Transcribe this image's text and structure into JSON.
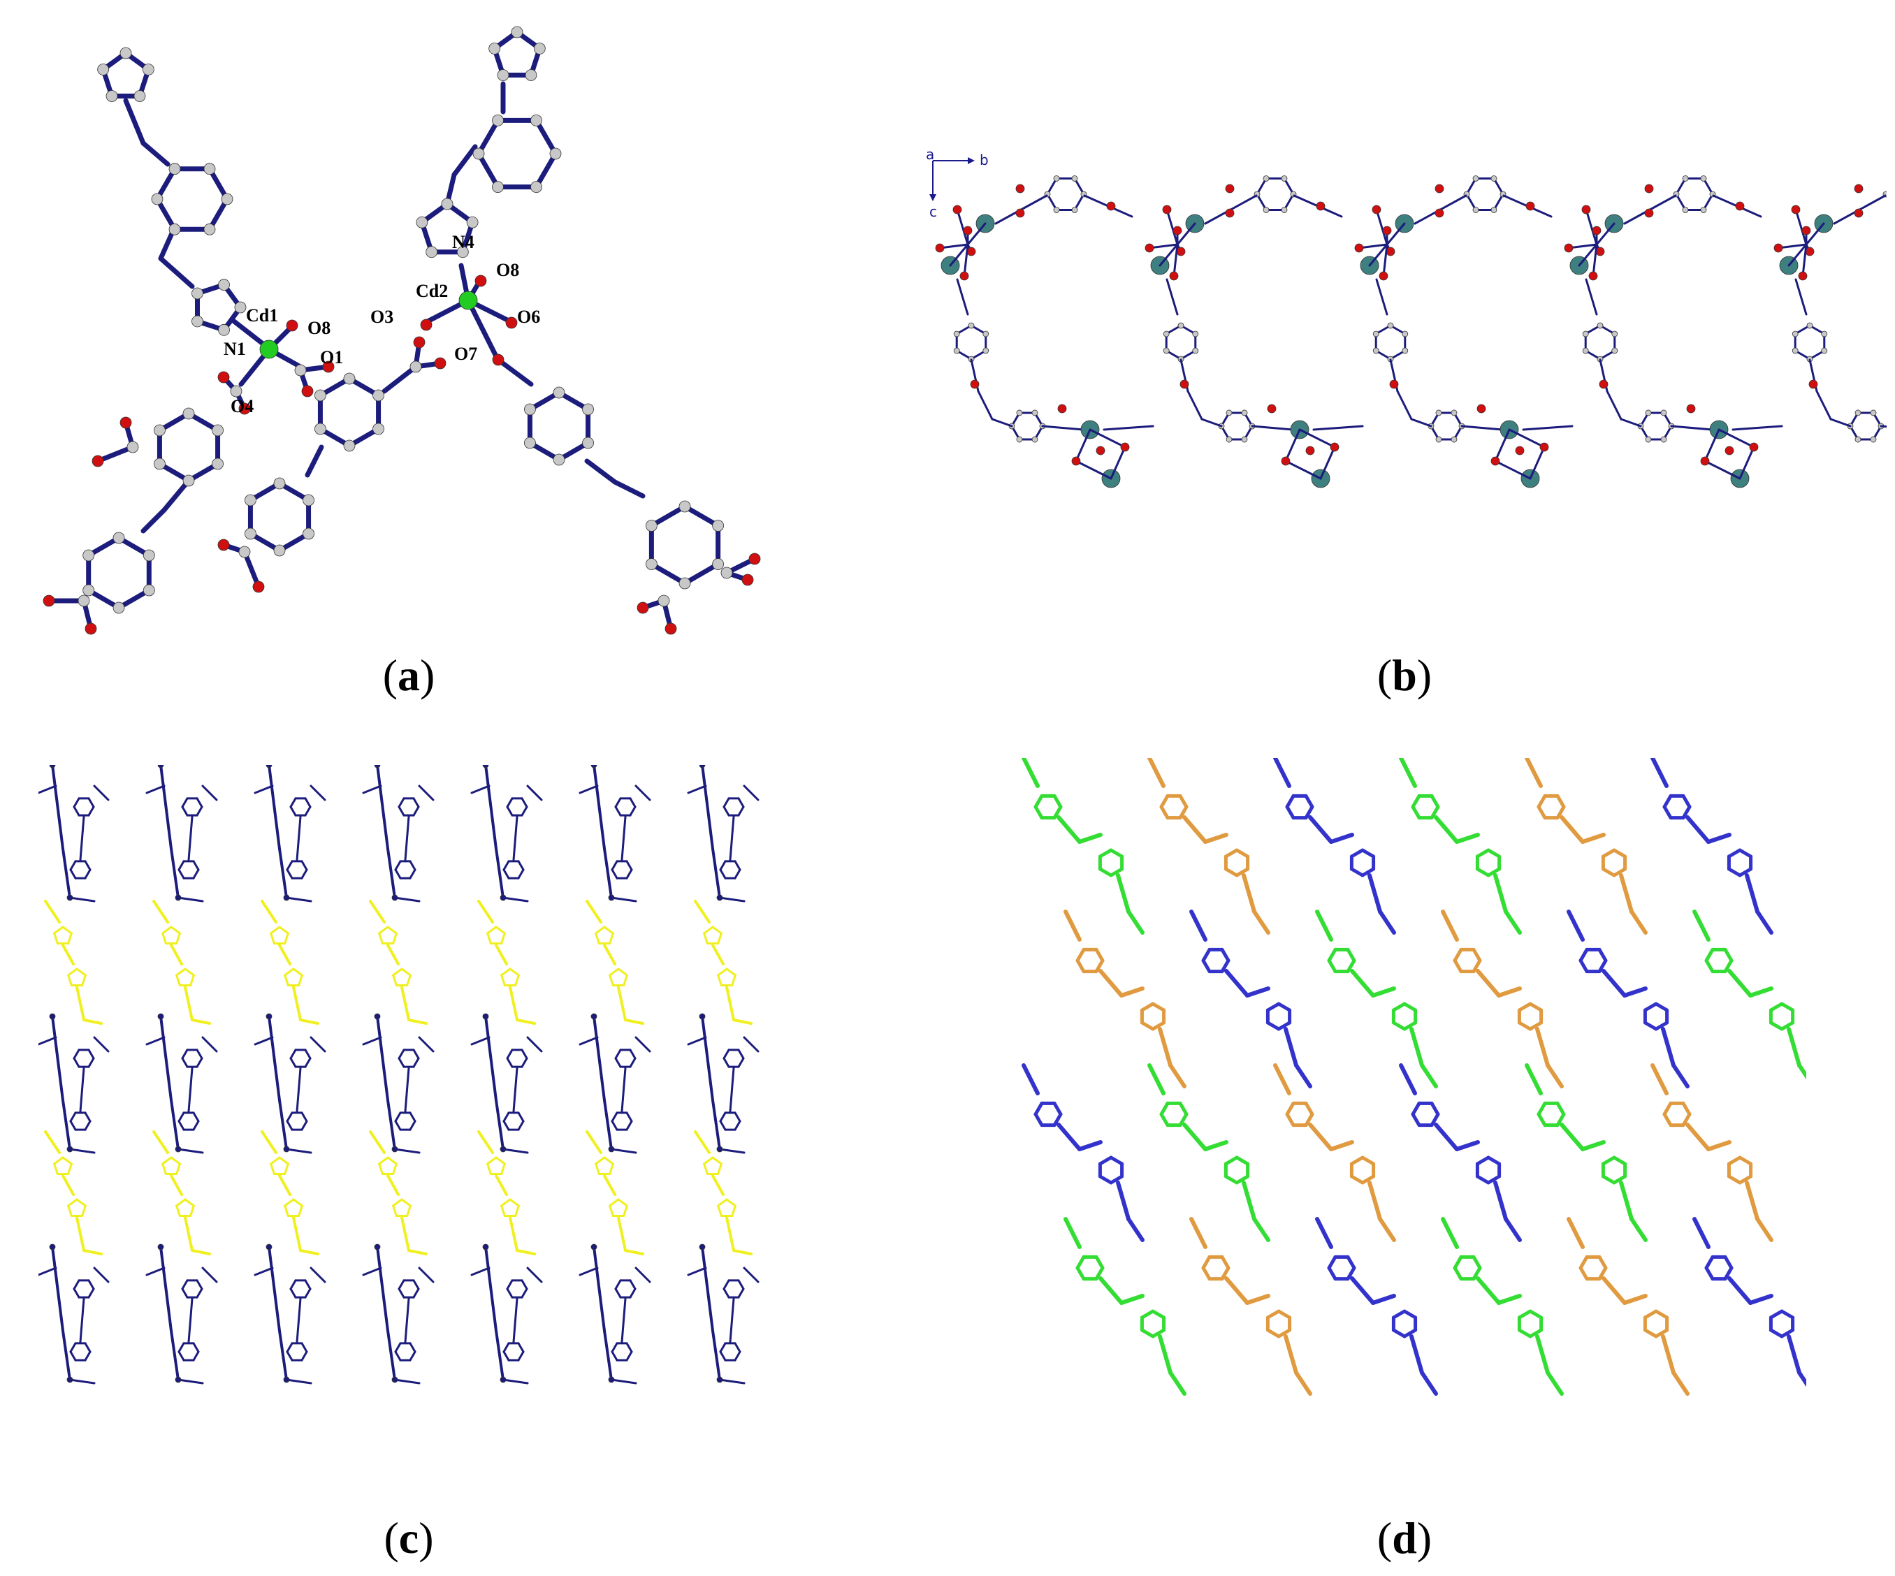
{
  "panels": {
    "a": {
      "caption_open": "(",
      "caption_letter": "a",
      "caption_close": ")",
      "atom_labels": [
        "Cd1",
        "O8",
        "N1",
        "O1",
        "O4",
        "Cd2",
        "N4",
        "O8",
        "O3",
        "O6",
        "O7"
      ]
    },
    "b": {
      "caption_open": "(",
      "caption_letter": "b",
      "caption_close": ")",
      "axis_labels": [
        "a",
        "b",
        "c"
      ]
    },
    "c": {
      "caption_open": "(",
      "caption_letter": "c",
      "caption_close": ")"
    },
    "d": {
      "caption_open": "(",
      "caption_letter": "d",
      "caption_close": ")"
    }
  },
  "colors": {
    "bond": "#1c1c7c",
    "carbon": "#c8c8c8",
    "oxygen": "#d01010",
    "cadmium_a": "#22cc22",
    "cadmium_b": "#3e7f7f",
    "layer_dark": "#1c1c7c",
    "layer_yellow": "#f0f020",
    "net_green": "#33dd33",
    "net_blue": "#3333cc",
    "net_orange": "#e09a40"
  }
}
